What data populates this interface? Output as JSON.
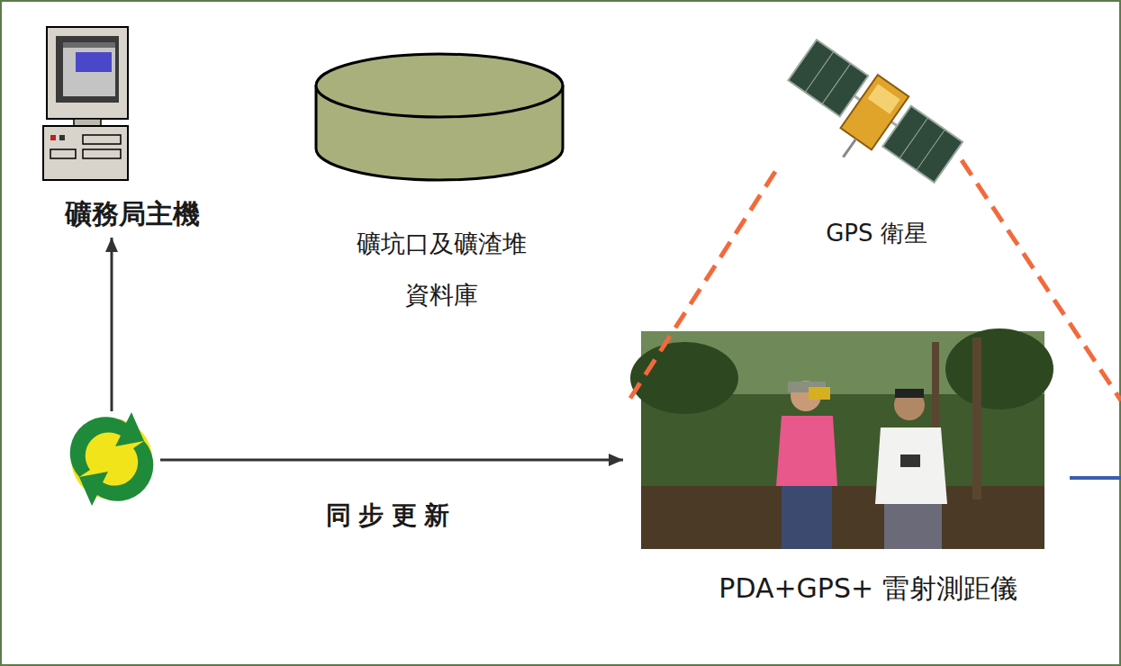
{
  "diagram": {
    "nodes": [
      {
        "text": [
          "礦務局主機"
        ]
      },
      {
        "text": [
          "礦坑口及礦渣堆 資料庫"
        ]
      },
      {
        "text": [
          "GPS 衛星"
        ]
      },
      {
        "text": []
      },
      {
        "text": [
          "PDA+GPS+ 雷射測距儀"
        ]
      }
    ],
    "edges": [
      {
        "from": 3,
        "to": 0,
        "arrow": "to"
      },
      {
        "from": 3,
        "to": 4,
        "label": "同步更新",
        "arrow": "to"
      },
      {
        "from": 4,
        "to": 2,
        "arrow": "none"
      }
    ]
  }
}
